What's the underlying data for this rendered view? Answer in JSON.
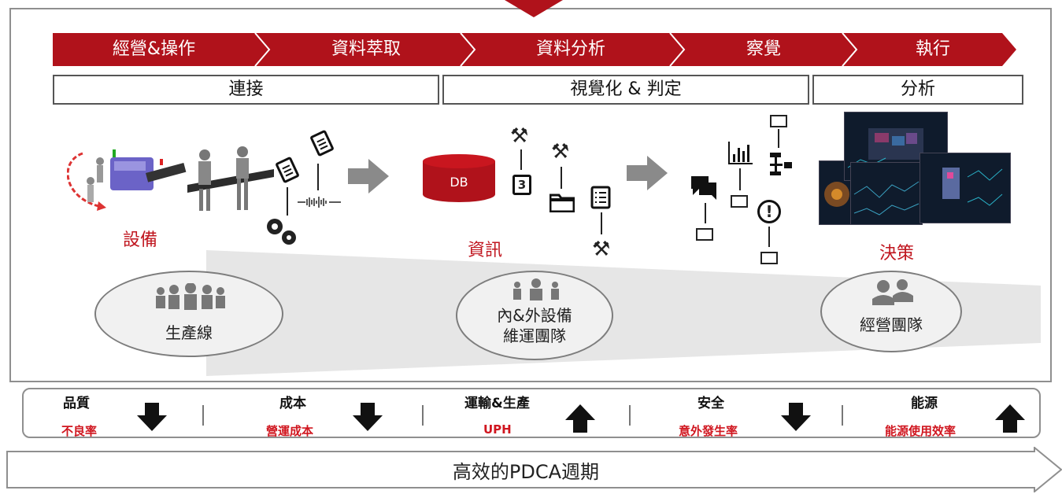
{
  "stages": [
    "經營&操作",
    "資料萃取",
    "資料分析",
    "察覺",
    "執行"
  ],
  "phases": [
    "連接",
    "視覺化 & 判定",
    "分析"
  ],
  "db_label": "DB",
  "calendar_day": "3",
  "nodes": {
    "equipment": "設備",
    "info": "資訊",
    "decision": "決策"
  },
  "teams": [
    {
      "line1": "生產線",
      "line2": ""
    },
    {
      "line1": "內&外設備",
      "line2": "維運團隊"
    },
    {
      "line1": "經營團隊",
      "line2": ""
    }
  ],
  "metrics": [
    {
      "name": "品質",
      "sub": "不良率",
      "direction": "down"
    },
    {
      "name": "成本",
      "sub": "營運成本",
      "direction": "down"
    },
    {
      "name": "運輸&生產",
      "sub": "UPH",
      "direction": "up"
    },
    {
      "name": "安全",
      "sub": "意外發生率",
      "direction": "down"
    },
    {
      "name": "能源",
      "sub": "能源使用效率",
      "direction": "up"
    }
  ],
  "cycle_label": "高效的PDCA週期",
  "colors": {
    "accent": "#b0121b",
    "label_red": "#c0161f",
    "arrow_grey": "#8a8a8a"
  }
}
